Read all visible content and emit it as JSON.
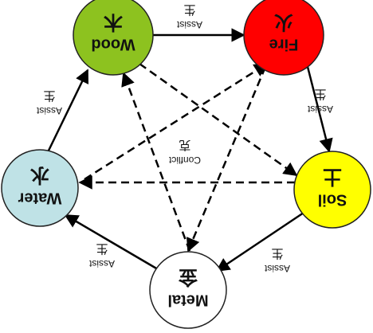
{
  "nodes": {
    "wood": {
      "english": "Wood",
      "chinese": "木",
      "color": "#8dc21f"
    },
    "fire": {
      "english": "Fire",
      "chinese": "火",
      "color": "#ff0000"
    },
    "soil": {
      "english": "Soil",
      "chinese": "土",
      "color": "#ffff00"
    },
    "metal": {
      "english": "Metal",
      "chinese": "金",
      "color": "#ffffff"
    },
    "water": {
      "english": "Water",
      "chinese": "水",
      "color": "#bfe2e6"
    }
  },
  "edges": {
    "assist_english": "Assist",
    "assist_chinese": "生",
    "conflict_english": "Conflict",
    "conflict_chinese": "克"
  }
}
